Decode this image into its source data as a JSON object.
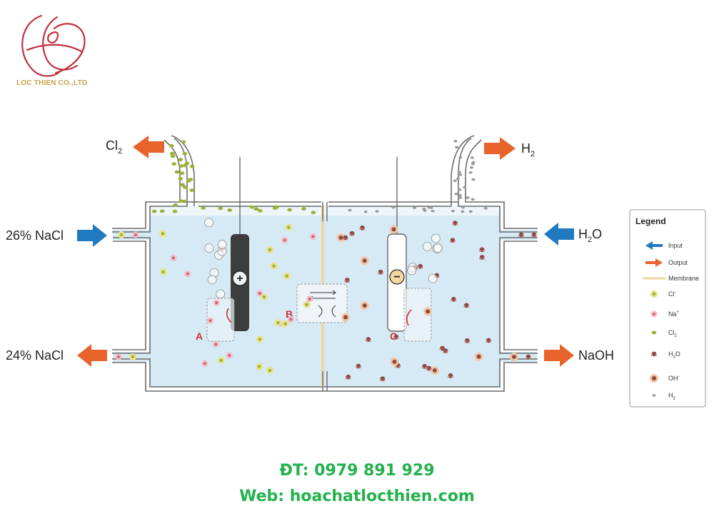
{
  "logo": {
    "company": "LOC THIEN CO.,LTD",
    "colors": {
      "mark": "#c0303e",
      "text": "#c9a24a"
    }
  },
  "diagram": {
    "outputs": {
      "cl2": {
        "base": "Cl",
        "sub": "2"
      },
      "h2": {
        "base": "H",
        "sub": "2"
      },
      "nacl_out": "24% NaCl",
      "naoh": "NaOH"
    },
    "inputs": {
      "nacl_in": "26% NaCl",
      "water": {
        "base": "H",
        "sub": "2",
        "tail": "O"
      }
    },
    "electrodes": {
      "anode_sign": "+",
      "cathode_sign": "−"
    },
    "callouts": {
      "a": "A",
      "b": "B",
      "c": "C"
    },
    "colors": {
      "solution": "#d6eaf5",
      "input_arrow": "#2179c0",
      "output_arrow": "#e8642c",
      "anode": "#3d3d3d",
      "callout": "#d13030",
      "cl_ion": "#e8e38a",
      "na_ion": "#f3b9c4",
      "cl2": "#9bb23a",
      "water": "#8c4a46",
      "oh_ion": "#f2c6a4",
      "h2": "#9a9a9a"
    }
  },
  "legend": {
    "title": "Legend",
    "items": [
      {
        "key": "input",
        "label": "Input"
      },
      {
        "key": "output",
        "label": "Output"
      },
      {
        "key": "membrane",
        "label": "Membrane"
      },
      {
        "key": "cl_ion",
        "label": "Cl",
        "sup": "-"
      },
      {
        "key": "na_ion",
        "label": "Na",
        "sup": "+"
      },
      {
        "key": "cl2",
        "label": "Cl",
        "sub": "2"
      },
      {
        "key": "h2o",
        "label": "H",
        "sub": "2",
        "tail": "O"
      },
      {
        "key": "oh",
        "label": "OH",
        "sup": "-"
      },
      {
        "key": "h2",
        "label": "H",
        "sub": "2"
      }
    ]
  },
  "contact": {
    "phone": "ĐT: 0979 891 929",
    "web": "Web: hoachatlocthien.com"
  }
}
